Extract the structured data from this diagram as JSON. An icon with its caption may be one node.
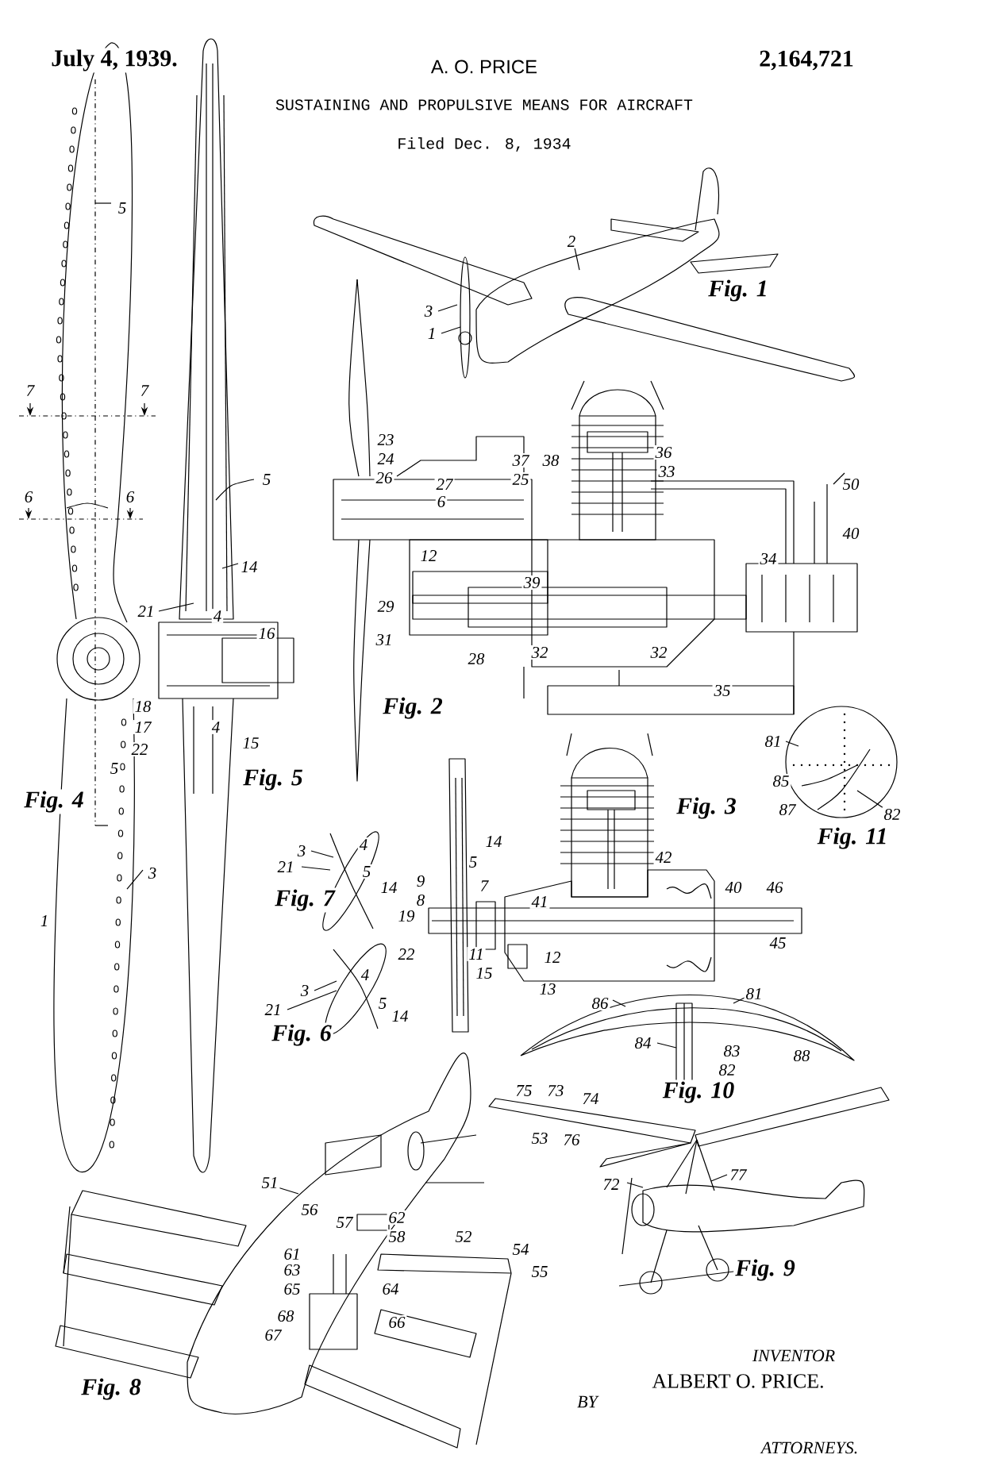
{
  "diagram": {
    "title": "SUSTAINING AND PROPULSIVE MEANS FOR AIRCRAFT",
    "labels": [
      "July 4, 1939.",
      "A. O. PRICE",
      "2,164,721",
      "Filed Dec. 8, 1934",
      "5",
      "2",
      "Fig. 1",
      "3",
      "1",
      "7",
      "7",
      "6",
      "6",
      "5",
      "23",
      "24",
      "26",
      "27",
      "6",
      "37",
      "25",
      "38",
      "36",
      "33",
      "50",
      "40",
      "12",
      "34",
      "39",
      "14",
      "21",
      "4",
      "16",
      "29",
      "31",
      "28",
      "32",
      "32",
      "18",
      "17",
      "22",
      "4",
      "15",
      "35",
      "Fig. 2",
      "5",
      "Fig. 5",
      "Fig. 4",
      "81",
      "85",
      "87",
      "82",
      "Fig. 3",
      "Fig. 11",
      "3",
      "4",
      "21",
      "14",
      "5",
      "9",
      "8",
      "7",
      "41",
      "42",
      "40",
      "46",
      "5",
      "14",
      "Fig. 7",
      "3",
      "19",
      "1",
      "45",
      "22",
      "11",
      "12",
      "15",
      "13",
      "4",
      "3",
      "5",
      "21",
      "14",
      "86",
      "81",
      "84",
      "83",
      "82",
      "88",
      "Fig. 6",
      "Fig. 10",
      "75",
      "73",
      "74",
      "53",
      "76",
      "51",
      "77",
      "72",
      "56",
      "57",
      "62",
      "58",
      "52",
      "54",
      "61",
      "63",
      "55",
      "65",
      "64",
      "68",
      "66",
      "67",
      "Fig. 9",
      "INVENTOR",
      "ALBERT O. PRICE.",
      "Fig. 8",
      "BY",
      "ATTORNEYS."
    ]
  }
}
